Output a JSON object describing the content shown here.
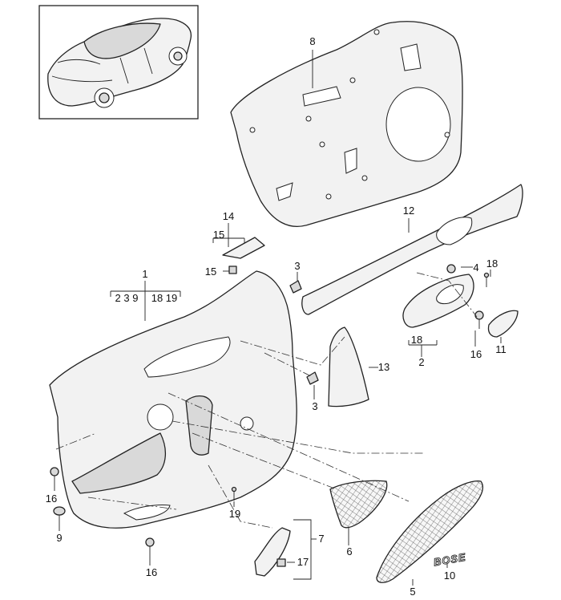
{
  "callouts": {
    "c1": "1",
    "c1_group": "2 3 9",
    "c1_group2": "18 19",
    "c2": "2",
    "c2_group": "18",
    "c3a": "3",
    "c3b": "3",
    "c4": "4",
    "c5": "5",
    "c6": "6",
    "c7": "7",
    "c8": "8",
    "c9": "9",
    "c10": "10",
    "c11": "11",
    "c12": "12",
    "c13": "13",
    "c14": "14",
    "c14_group": "15",
    "c15": "15",
    "c16a": "16",
    "c16b": "16",
    "c16c": "16",
    "c17": "17",
    "c18": "18",
    "c19": "19"
  },
  "logo_text": "BOSE"
}
